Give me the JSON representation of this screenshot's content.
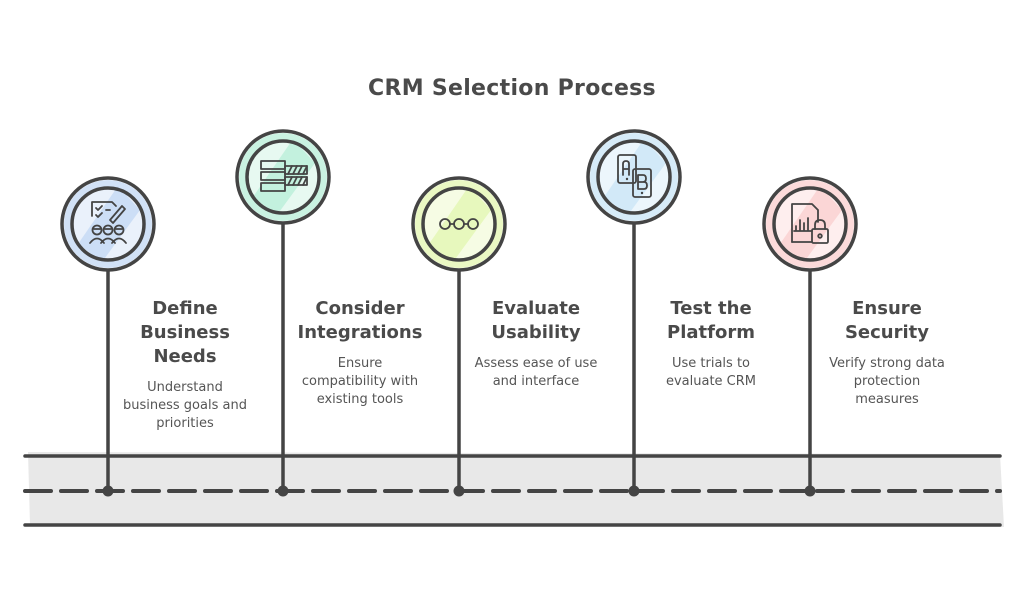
{
  "title": "CRM Selection Process",
  "colors": {
    "stroke": "#444444",
    "road_fill": "#e8e8e8"
  },
  "steps": [
    {
      "title_lines": [
        "Define",
        "Business",
        "Needs"
      ],
      "desc_lines": [
        "Understand",
        "business goals and",
        "priorities"
      ],
      "icon": "checklist-team-icon",
      "accent": "#c9dcf5",
      "position": "low"
    },
    {
      "title_lines": [
        "Consider",
        "Integrations"
      ],
      "desc_lines": [
        "Ensure",
        "compatibility with",
        "existing tools"
      ],
      "icon": "stacked-blocks-icon",
      "accent": "#bff0dc",
      "position": "high"
    },
    {
      "title_lines": [
        "Evaluate",
        "Usability"
      ],
      "desc_lines": [
        "Assess ease of use",
        "and interface"
      ],
      "icon": "connected-nodes-icon",
      "accent": "#e6f7b8",
      "position": "low"
    },
    {
      "title_lines": [
        "Test the",
        "Platform"
      ],
      "desc_lines": [
        "Use trials to",
        "evaluate CRM"
      ],
      "icon": "ab-test-phones-icon",
      "accent": "#cfe8f7",
      "position": "high"
    },
    {
      "title_lines": [
        "Ensure",
        "Security"
      ],
      "desc_lines": [
        "Verify strong data",
        "protection",
        "measures"
      ],
      "icon": "secure-document-icon",
      "accent": "#fbd3d3",
      "position": "low"
    }
  ]
}
